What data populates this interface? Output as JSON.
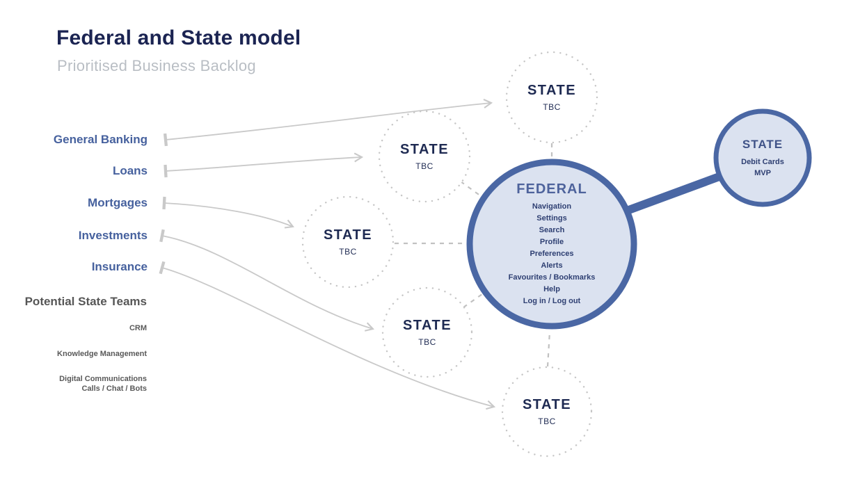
{
  "title": "Federal and State model",
  "subtitle": "Prioritised Business Backlog",
  "business_backlog": {
    "items": [
      "General Banking",
      "Loans",
      "Mortgages",
      "Investments",
      "Insurance"
    ]
  },
  "potential_state_teams": {
    "heading": "Potential State Teams",
    "items": [
      "CRM",
      "Knowledge Management",
      "Digital Communications",
      "Calls / Chat / Bots"
    ]
  },
  "federal_node": {
    "label": "FEDERAL",
    "items": [
      "Navigation",
      "Settings",
      "Search",
      "Profile",
      "Preferences",
      "Alerts",
      "Favourites / Bookmarks",
      "Help",
      "Log in / Log out"
    ]
  },
  "state_mvp_node": {
    "label": "STATE",
    "items": [
      "Debit Cards",
      "MVP"
    ]
  },
  "state_tbc_node": {
    "label": "STATE",
    "sublabel": "TBC"
  },
  "colors": {
    "title_navy": "#1b2452",
    "subtitle_gray": "#b9bec4",
    "business_item_blue": "#46619e",
    "teams_gray": "#565656",
    "node_fill": "#dbe2f0",
    "node_border": "#4a67a4",
    "state_label_navy": "#1e2a52",
    "federal_label_blue": "#4e639c",
    "federal_item_navy": "#2e3f72",
    "connector_gray": "#c9c9c9",
    "dashed_gray": "#c1c1c1",
    "dotted_circle_gray": "#c6c6c6"
  }
}
